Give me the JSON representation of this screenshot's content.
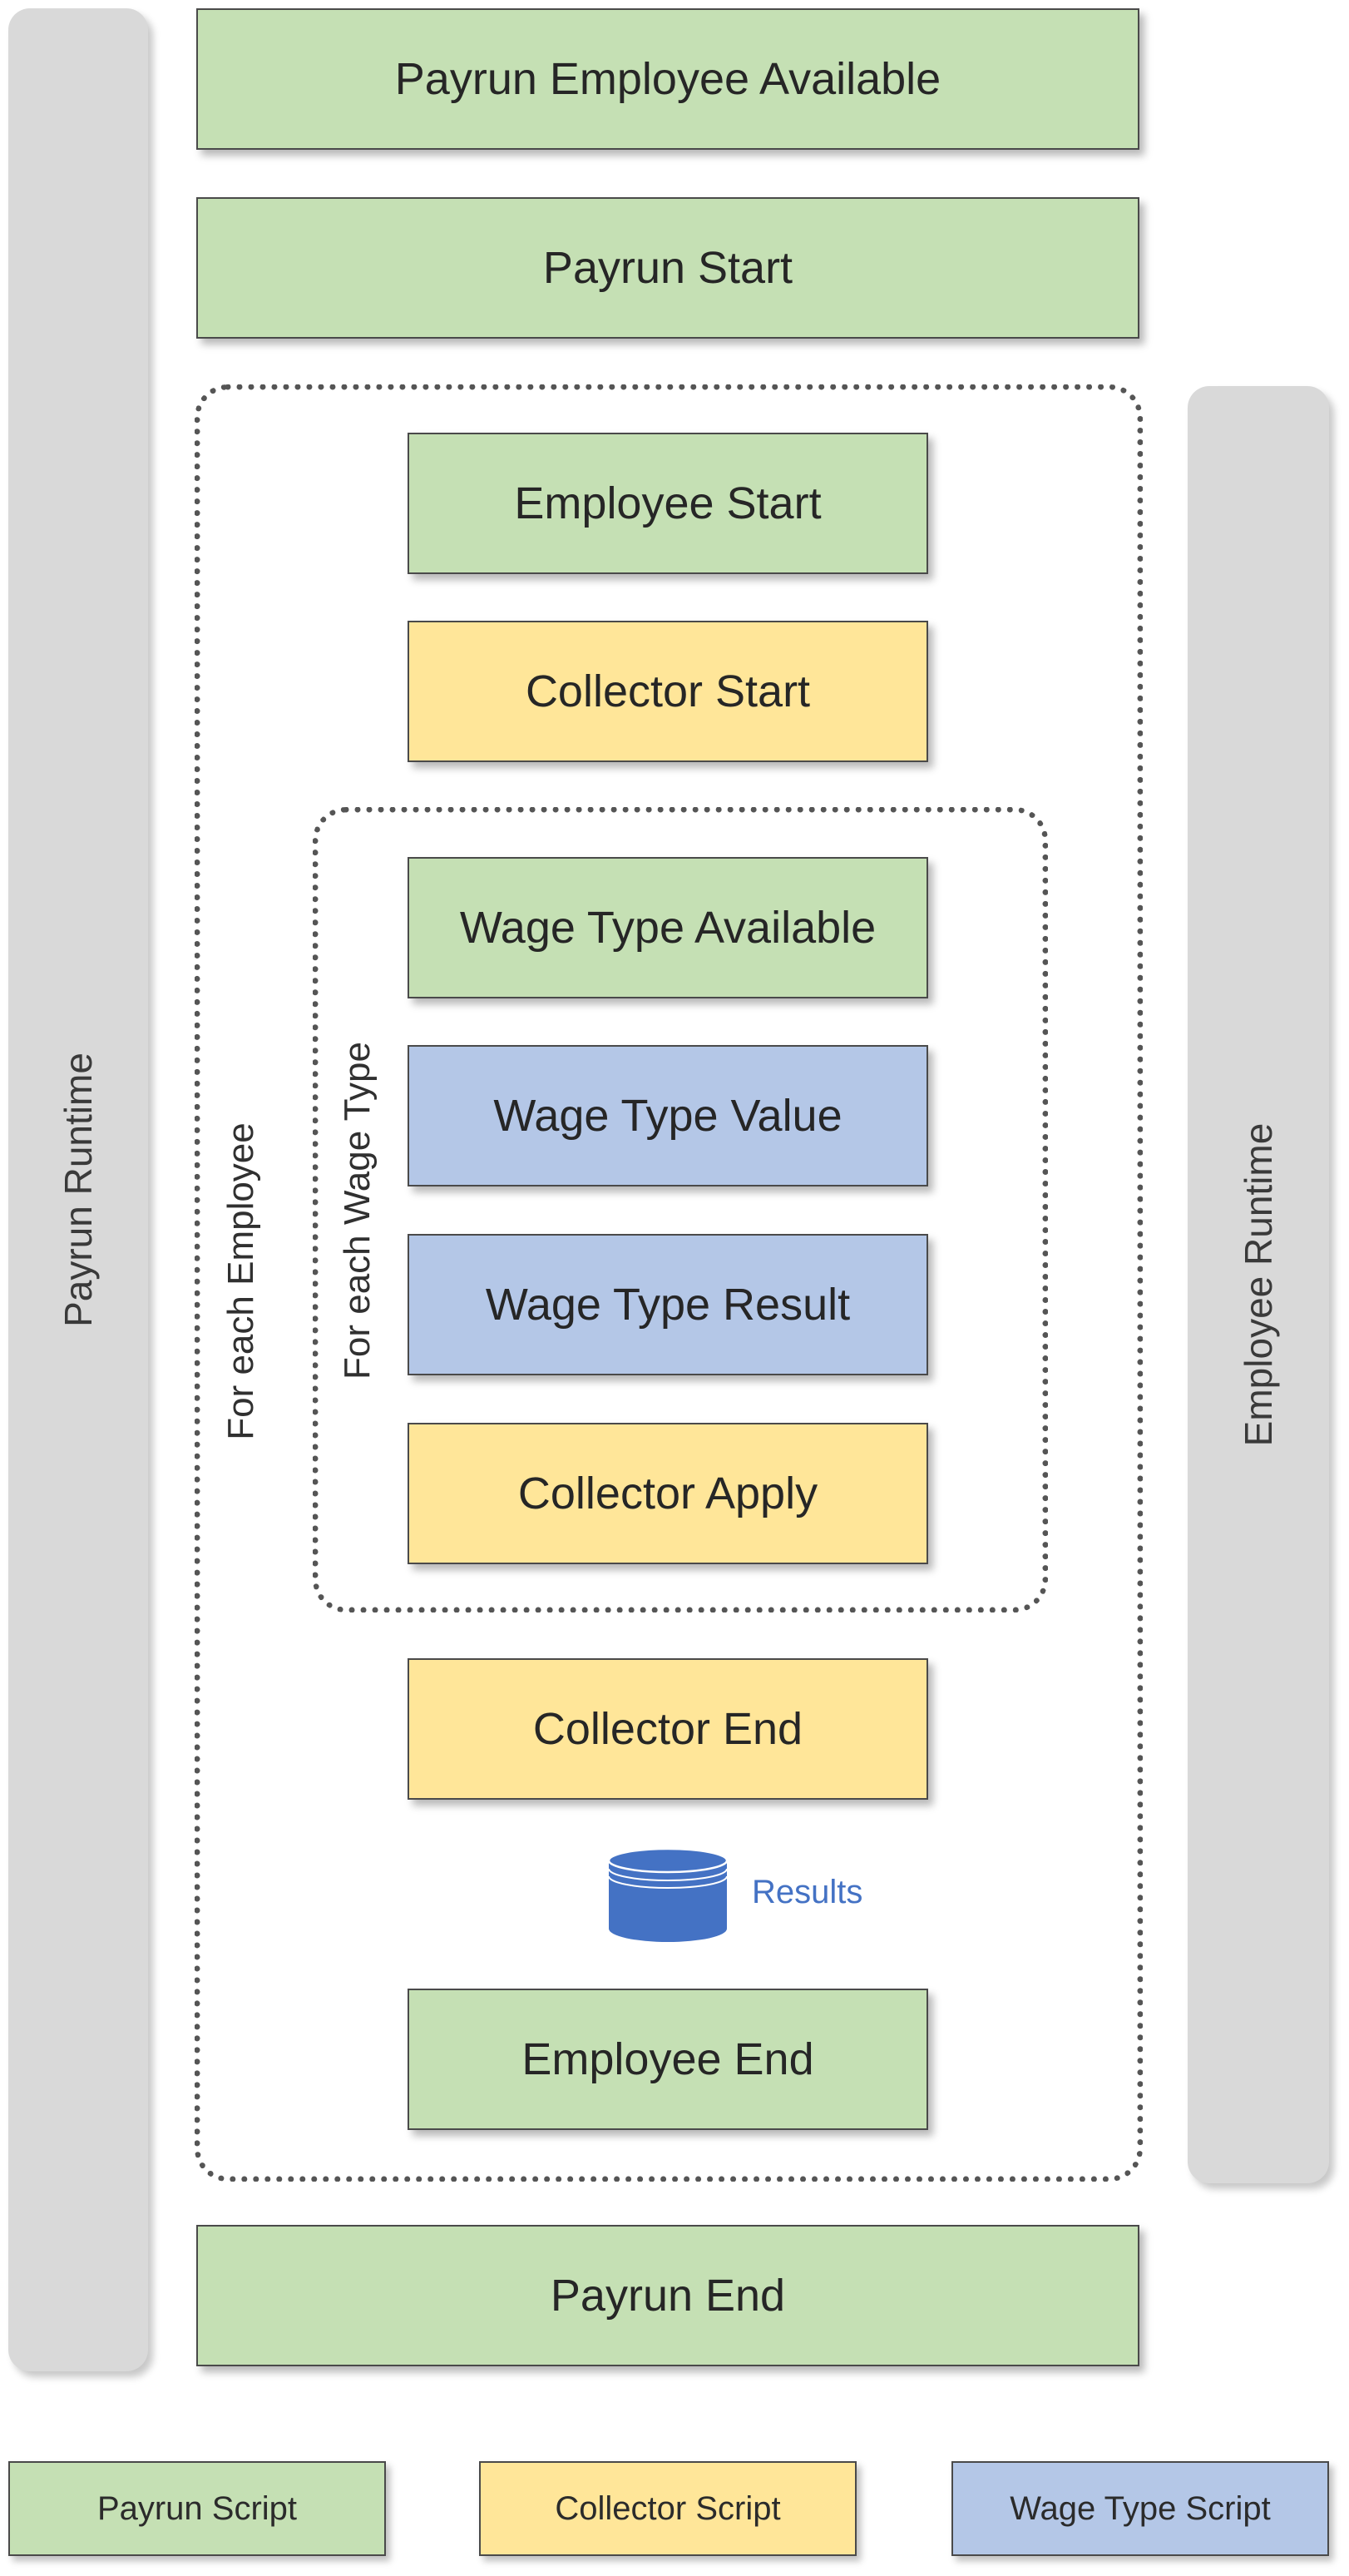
{
  "runtimes": {
    "payrun": "Payrun Runtime",
    "employee": "Employee Runtime"
  },
  "loops": {
    "employee": "For each Employee",
    "wage_type": "For each Wage Type"
  },
  "steps": {
    "payrun_employee_available": "Payrun Employee Available",
    "payrun_start": "Payrun Start",
    "employee_start": "Employee Start",
    "collector_start": "Collector Start",
    "wage_type_available": "Wage Type Available",
    "wage_type_value": "Wage Type Value",
    "wage_type_result": "Wage Type Result",
    "collector_apply": "Collector Apply",
    "collector_end": "Collector End",
    "results": "Results",
    "employee_end": "Employee End",
    "payrun_end": "Payrun End"
  },
  "legend": {
    "payrun_script": "Payrun Script",
    "collector_script": "Collector Script",
    "wage_type_script": "Wage Type Script"
  },
  "colors": {
    "payrun_script": "#c5e0b4",
    "collector_script": "#ffe699",
    "wage_type_script": "#b4c7e7",
    "runtime_bar": "#d9d9d9",
    "results_db": "#4472c4"
  }
}
